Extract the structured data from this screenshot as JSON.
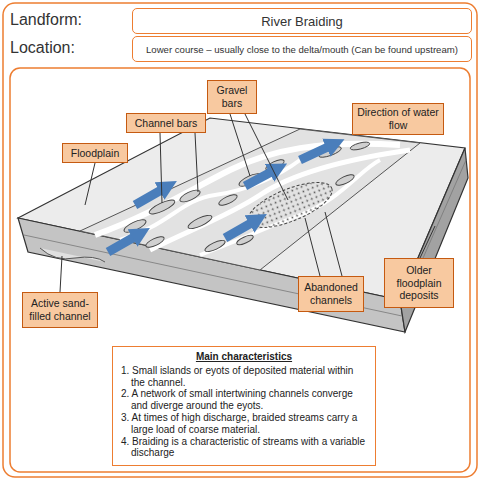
{
  "diagram": {
    "nodes": [
      {
        "text": [
          "Landform:",
          "River Braiding"
        ]
      },
      {
        "text": [
          "Location:",
          "Lower course – usually close to the delta/mouth (Can be found upstream)"
        ]
      },
      {
        "text": [
          "Gravel bars"
        ]
      },
      {
        "text": [
          "Channel bars"
        ]
      },
      {
        "text": [
          "Direction of water flow"
        ]
      },
      {
        "text": [
          "Floodplain"
        ]
      },
      {
        "text": [
          "Older floodplain deposits"
        ]
      },
      {
        "text": [
          "Active sand-filled channel"
        ]
      },
      {
        "text": [
          "Abandoned channels"
        ]
      },
      {
        "text": [
          "Main characteristics",
          "1. Small islands or eyots of deposited material within the channel.",
          "2. A network of small intertwining channels converge and diverge around the eyots.",
          "3. At times of high discharge, braided streams carry a large load of coarse material.",
          "4. Braiding is a characteristic of streams with a variable discharge"
        ]
      }
    ]
  }
}
